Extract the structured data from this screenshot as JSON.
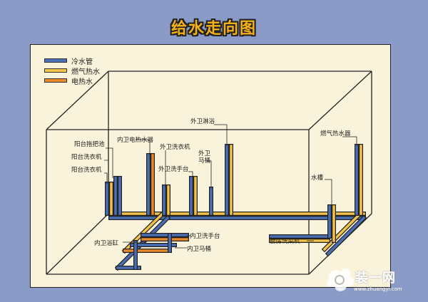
{
  "title": "给水走向图",
  "legend": [
    {
      "label": "冷水管",
      "color": "#4a6fb5"
    },
    {
      "label": "燃气热水",
      "color": "#f2c24a"
    },
    {
      "label": "电热水",
      "color": "#e88a2a"
    }
  ],
  "labels": {
    "balcony_mop_pool": "阳台拖把池",
    "balcony_washer_1": "阳台洗衣机",
    "balcony_washer_2": "阳台洗衣机",
    "inner_bath_heater": "内卫电热水器",
    "outer_bath_washer": "外卫洗衣机",
    "outer_bath_sink": "外卫洗手台",
    "outer_bath_shower": "外卫淋浴",
    "outer_bath_toilet_line1": "外卫",
    "outer_bath_toilet_line2": "马桶",
    "gas_water_heater": "燃气热水器",
    "water_tank": "水槽",
    "inner_bath_tub": "内卫浴缸",
    "inner_bath_sink": "内卫洗手台",
    "inner_bath_toilet": "内卫马桶",
    "kitchen_sink": "厨房洗菜机"
  },
  "watermark": {
    "text": "装一网",
    "url": "www.zhuangyi.com"
  },
  "colors": {
    "cold": "#4a6fb5",
    "gas_hot": "#f2c24a",
    "electric_hot": "#e88a2a",
    "background": "#8b9bc8",
    "panel": "#faf3dc"
  }
}
